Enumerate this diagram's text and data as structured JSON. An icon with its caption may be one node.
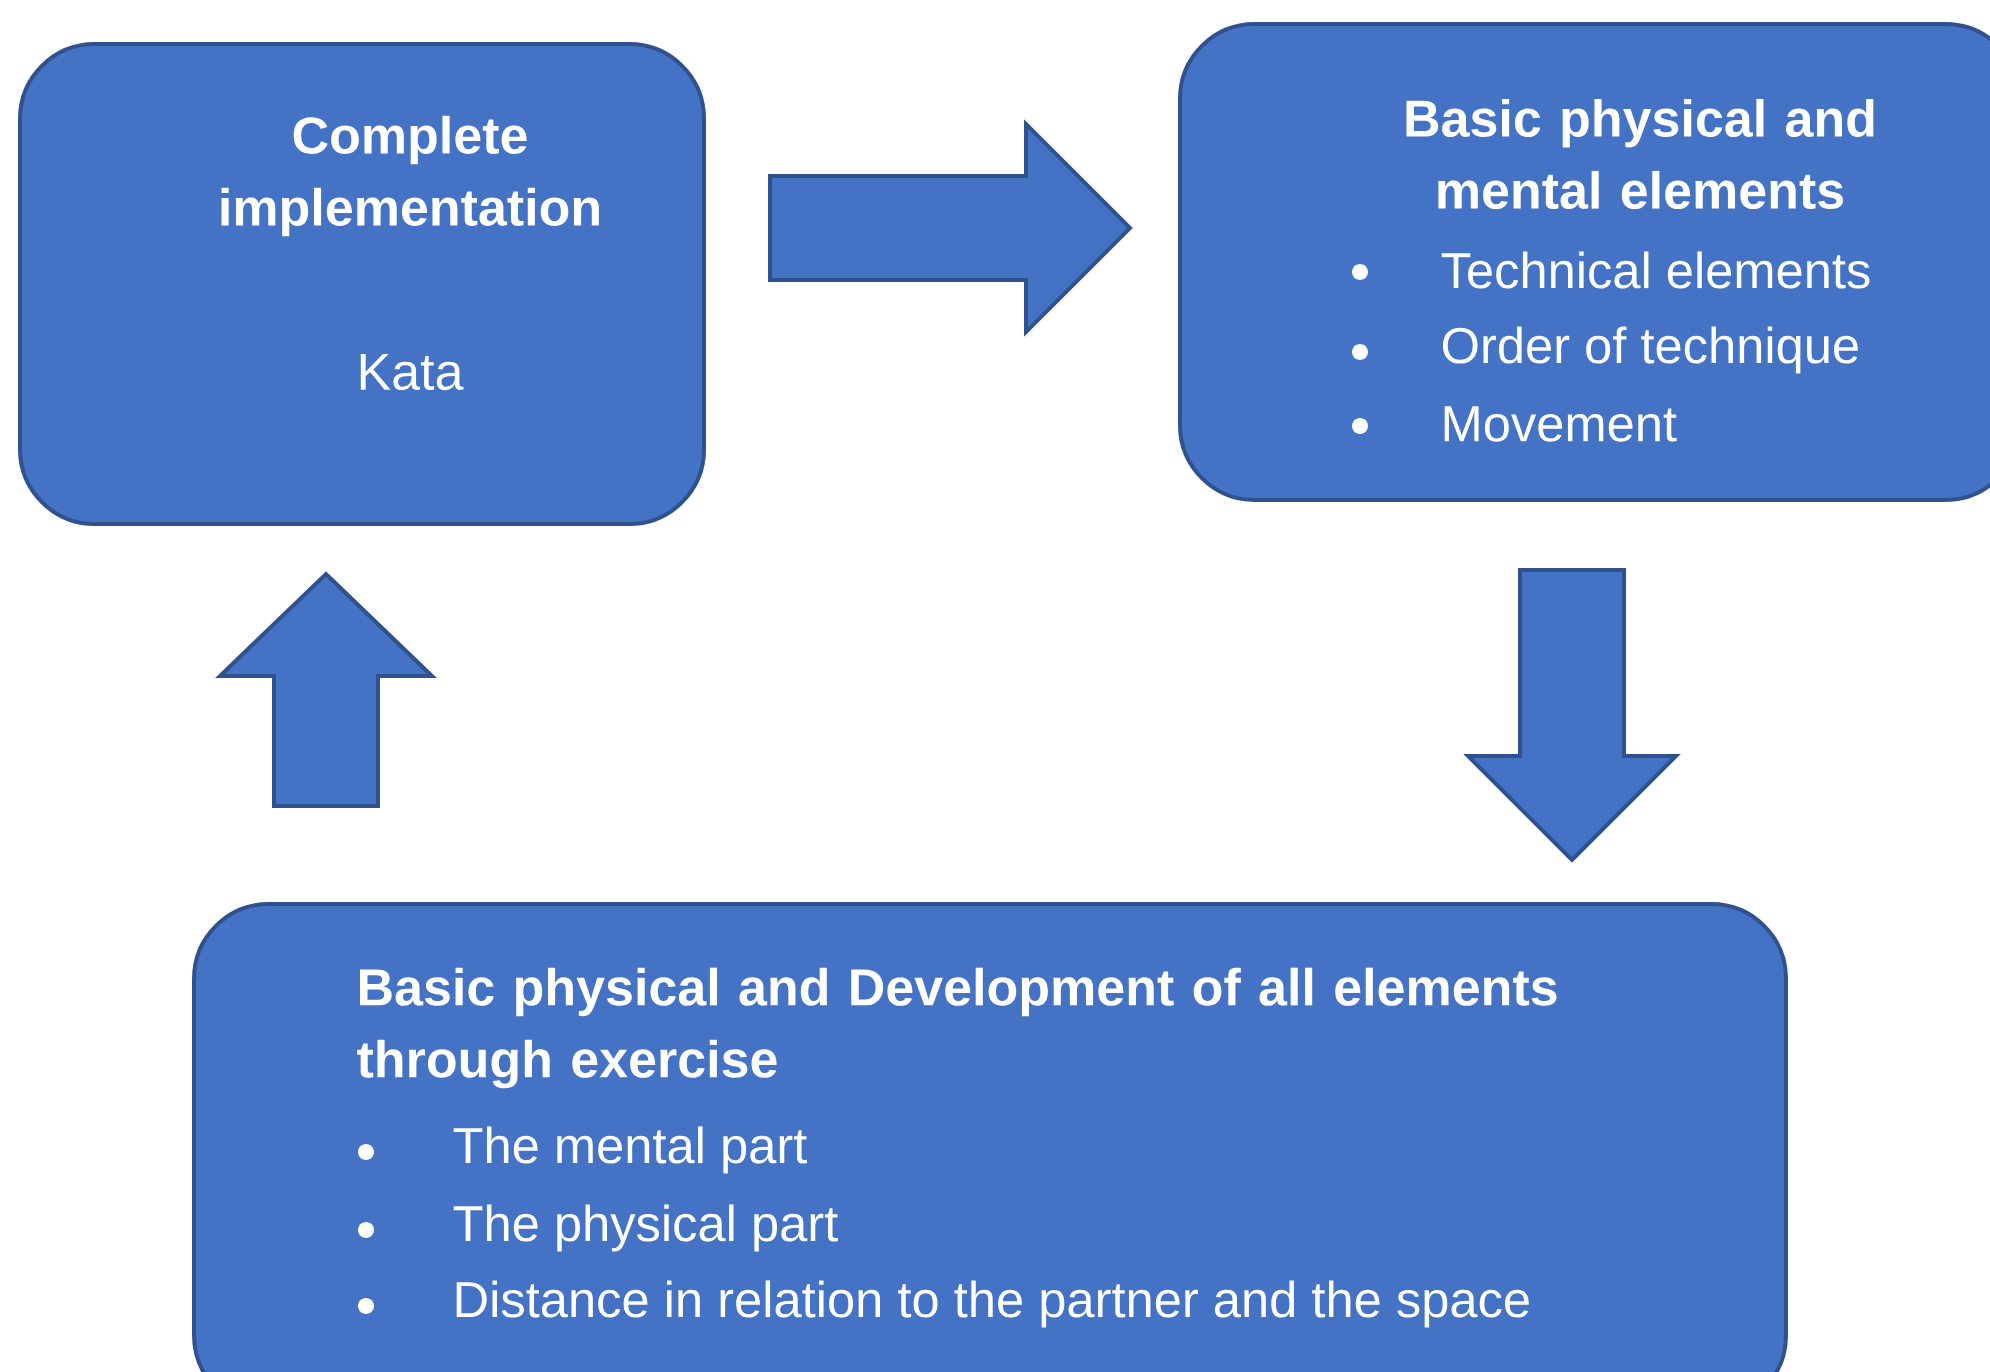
{
  "diagram": {
    "nodes": [
      {
        "text": [
          "Complete implementation",
          "Kata"
        ]
      },
      {
        "text": [
          "Basic physical and mental elements",
          "Technical elements",
          "Order of technique",
          "Movement"
        ]
      },
      {
        "text": [
          "Basic physical and Development of all elements through exercise",
          "The mental part",
          "The physical part",
          "Distance in relation to the partner and the space"
        ]
      }
    ],
    "edges": [
      {
        "from": 0,
        "to": 1,
        "arrow": "to"
      },
      {
        "from": 1,
        "to": 2,
        "arrow": "to"
      },
      {
        "from": 2,
        "to": 0,
        "arrow": "to"
      }
    ]
  }
}
